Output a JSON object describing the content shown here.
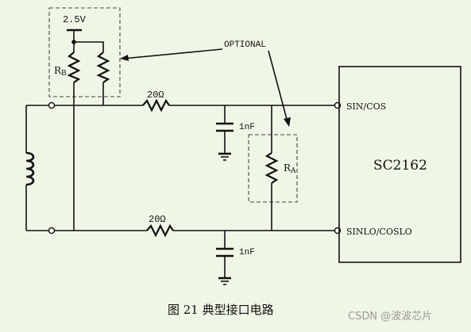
{
  "labels": {
    "supply": "2.5V",
    "optional": "OPTIONAL",
    "rb": "RB",
    "ra": "RA",
    "r_top": "20Ω",
    "r_bottom": "20Ω",
    "c_top": "1nF",
    "c_bottom": "1nF",
    "chip": "SC2162",
    "pin_sin": "SIN/COS",
    "pin_sinlo": "SINLO/COSLO",
    "caption": "图 21 典型接口电路",
    "watermark": "CSDN @波波芯片"
  },
  "colors": {
    "background": "#f0f6e6",
    "line": "#111111",
    "dashed_box": "#444444"
  }
}
